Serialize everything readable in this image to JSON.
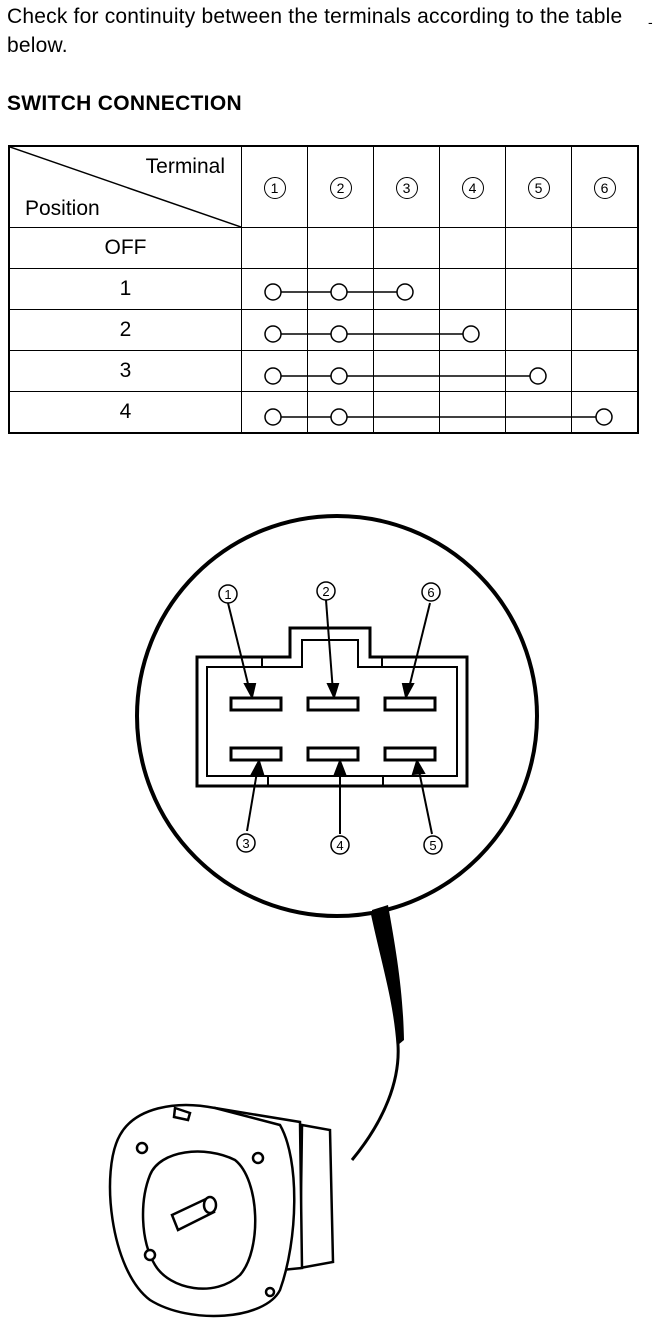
{
  "intro_text": "Check for continuity between the terminals according to the table below.",
  "section_title": "SWITCH CONNECTION",
  "stray_mark": "-",
  "table": {
    "header_terminal": "Terminal",
    "header_position": "Position",
    "terminals": [
      "1",
      "2",
      "3",
      "4",
      "5",
      "6"
    ],
    "rows": [
      {
        "position": "OFF",
        "connected": []
      },
      {
        "position": "1",
        "connected": [
          1,
          2,
          3
        ]
      },
      {
        "position": "2",
        "connected": [
          1,
          2,
          4
        ]
      },
      {
        "position": "3",
        "connected": [
          1,
          2,
          5
        ]
      },
      {
        "position": "4",
        "connected": [
          1,
          2,
          6
        ]
      }
    ]
  },
  "connector": {
    "top_labels": [
      "1",
      "2",
      "6"
    ],
    "bottom_labels": [
      "3",
      "4",
      "5"
    ]
  }
}
